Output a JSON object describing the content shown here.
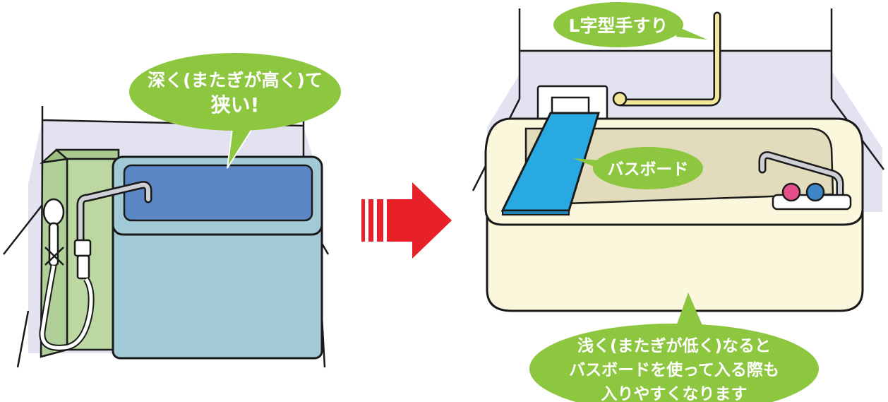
{
  "left_bubble": {
    "line1": "深く(またぎが高く)て",
    "line2": "狭い!"
  },
  "handrail_label": "L字型手すり",
  "bathboard_label": "バスボード",
  "bottom_bubble": {
    "line1": "浅く(またぎが低く)なると",
    "line2": "バスボードを使って入る際も",
    "line3": "入りやすくなります"
  },
  "colors": {
    "bubble_green": "#8dc63f",
    "arrow_red": "#e8202a",
    "old_tub": "#a2c9d6",
    "old_tub_water": "#5b87c5",
    "new_tub": "#fbf7dc",
    "bathboard": "#29a9e1",
    "wall": "#e2e2f0",
    "handrail": "#f1e79b",
    "faucet_hot": "#e5508a",
    "faucet_cold": "#3d85c6"
  }
}
